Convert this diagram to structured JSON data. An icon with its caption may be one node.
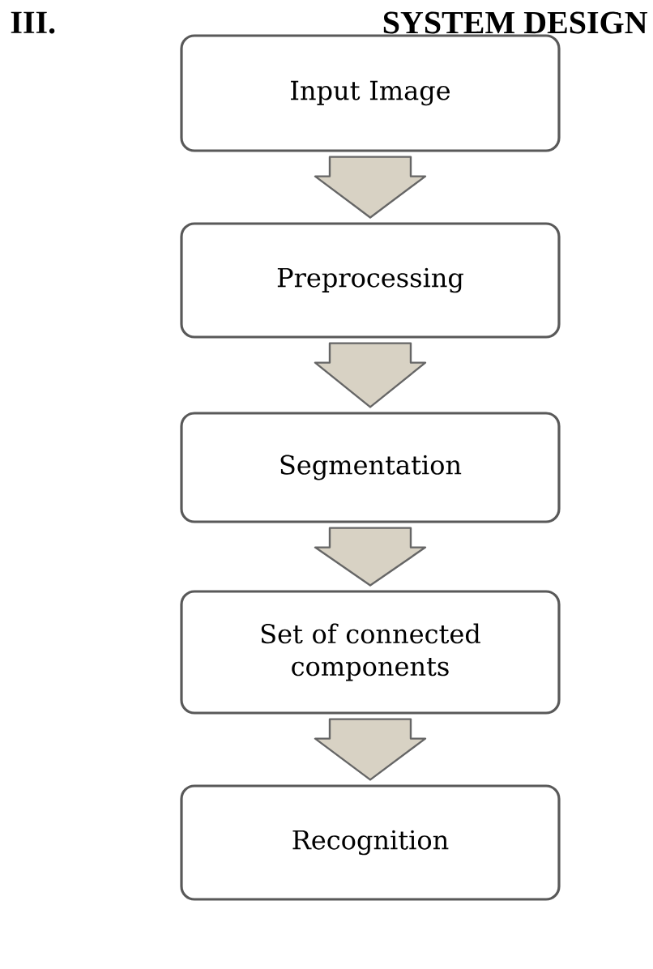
{
  "diagram": {
    "title": "SYSTEM DESIGN",
    "nodes": [
      {
        "text": [
          "Input Image"
        ]
      },
      {
        "text": [
          "Preprocessing"
        ]
      },
      {
        "text": [
          "Segmentation"
        ]
      },
      {
        "text": [
          "Set of connected components"
        ]
      },
      {
        "text": [
          "Recognition"
        ]
      }
    ],
    "edges": [
      {
        "from": 0,
        "to": 1,
        "arrow": "to"
      },
      {
        "from": 1,
        "to": 2,
        "arrow": "to"
      },
      {
        "from": 2,
        "to": 3,
        "arrow": "to"
      },
      {
        "from": 3,
        "to": 4,
        "arrow": "to"
      }
    ],
    "labels": [
      "III."
    ]
  }
}
